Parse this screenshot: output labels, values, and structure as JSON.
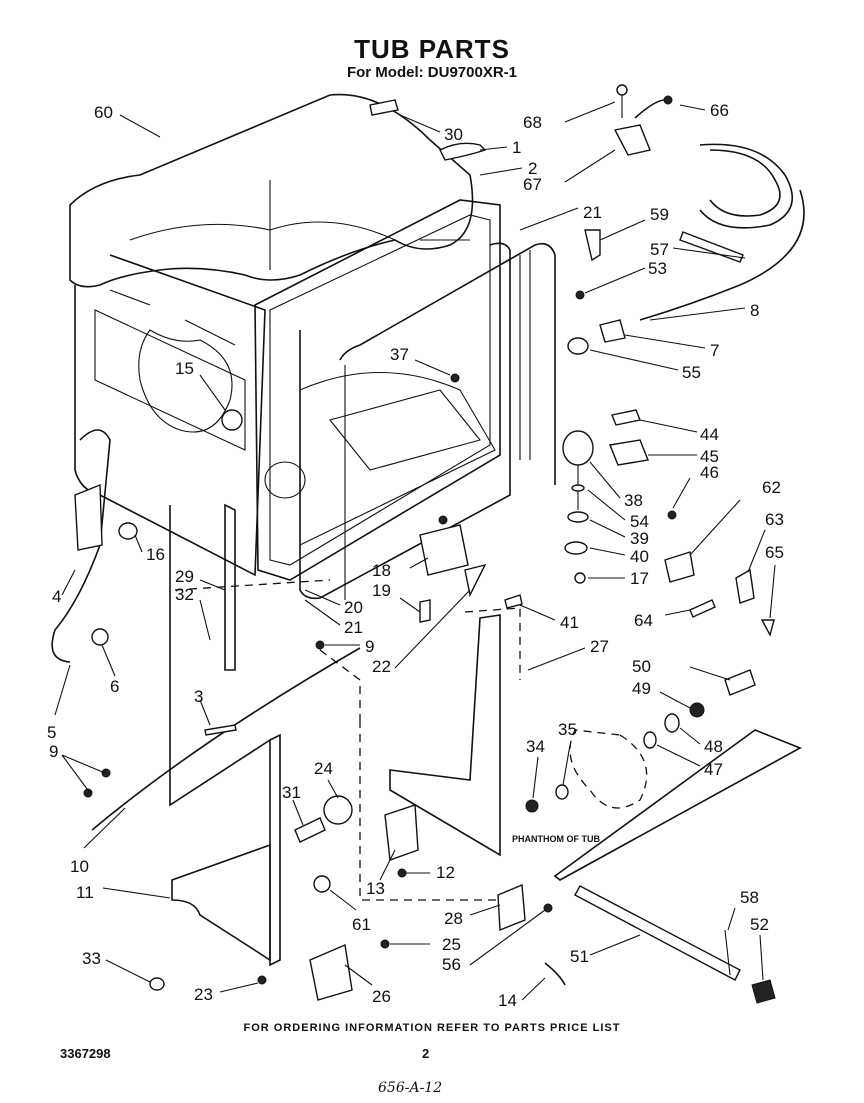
{
  "title": "TUB PARTS",
  "subtitle": "For Model: DU9700XR-1",
  "footer": "FOR ORDERING INFORMATION REFER TO PARTS PRICE LIST",
  "document_number": "3367298",
  "page_number": "2",
  "handwritten_note": "656-A-12",
  "phantom_label": "PHANTHOM OF TUB",
  "part_labels": {
    "p60": "60",
    "p30": "30",
    "p68": "68",
    "p66": "66",
    "p1": "1",
    "p2": "2",
    "p67": "67",
    "p21a": "21",
    "p59": "59",
    "p57": "57",
    "p53": "53",
    "p8": "8",
    "p7": "7",
    "p55": "55",
    "p15": "15",
    "p37": "37",
    "p44": "44",
    "p45": "45",
    "p46": "46",
    "p38": "38",
    "p54": "54",
    "p39": "39",
    "p62": "62",
    "p63": "63",
    "p65": "65",
    "p40": "40",
    "p17": "17",
    "p16": "16",
    "p18": "18",
    "p19": "19",
    "p20": "20",
    "p21b": "21",
    "p29": "29",
    "p32": "32",
    "p4": "4",
    "p41": "41",
    "p27": "27",
    "p9a": "9",
    "p22": "22",
    "p6": "6",
    "p64": "64",
    "p50": "50",
    "p49": "49",
    "p3": "3",
    "p5": "5",
    "p9b": "9",
    "p48": "48",
    "p47": "47",
    "p35": "35",
    "p34": "34",
    "p24": "24",
    "p31": "31",
    "p10": "10",
    "p11": "11",
    "p12": "12",
    "p13": "13",
    "p61": "61",
    "p28": "28",
    "p58": "58",
    "p52": "52",
    "p25": "25",
    "p56": "56",
    "p51": "51",
    "p33": "33",
    "p23": "23",
    "p26": "26",
    "p14": "14"
  }
}
